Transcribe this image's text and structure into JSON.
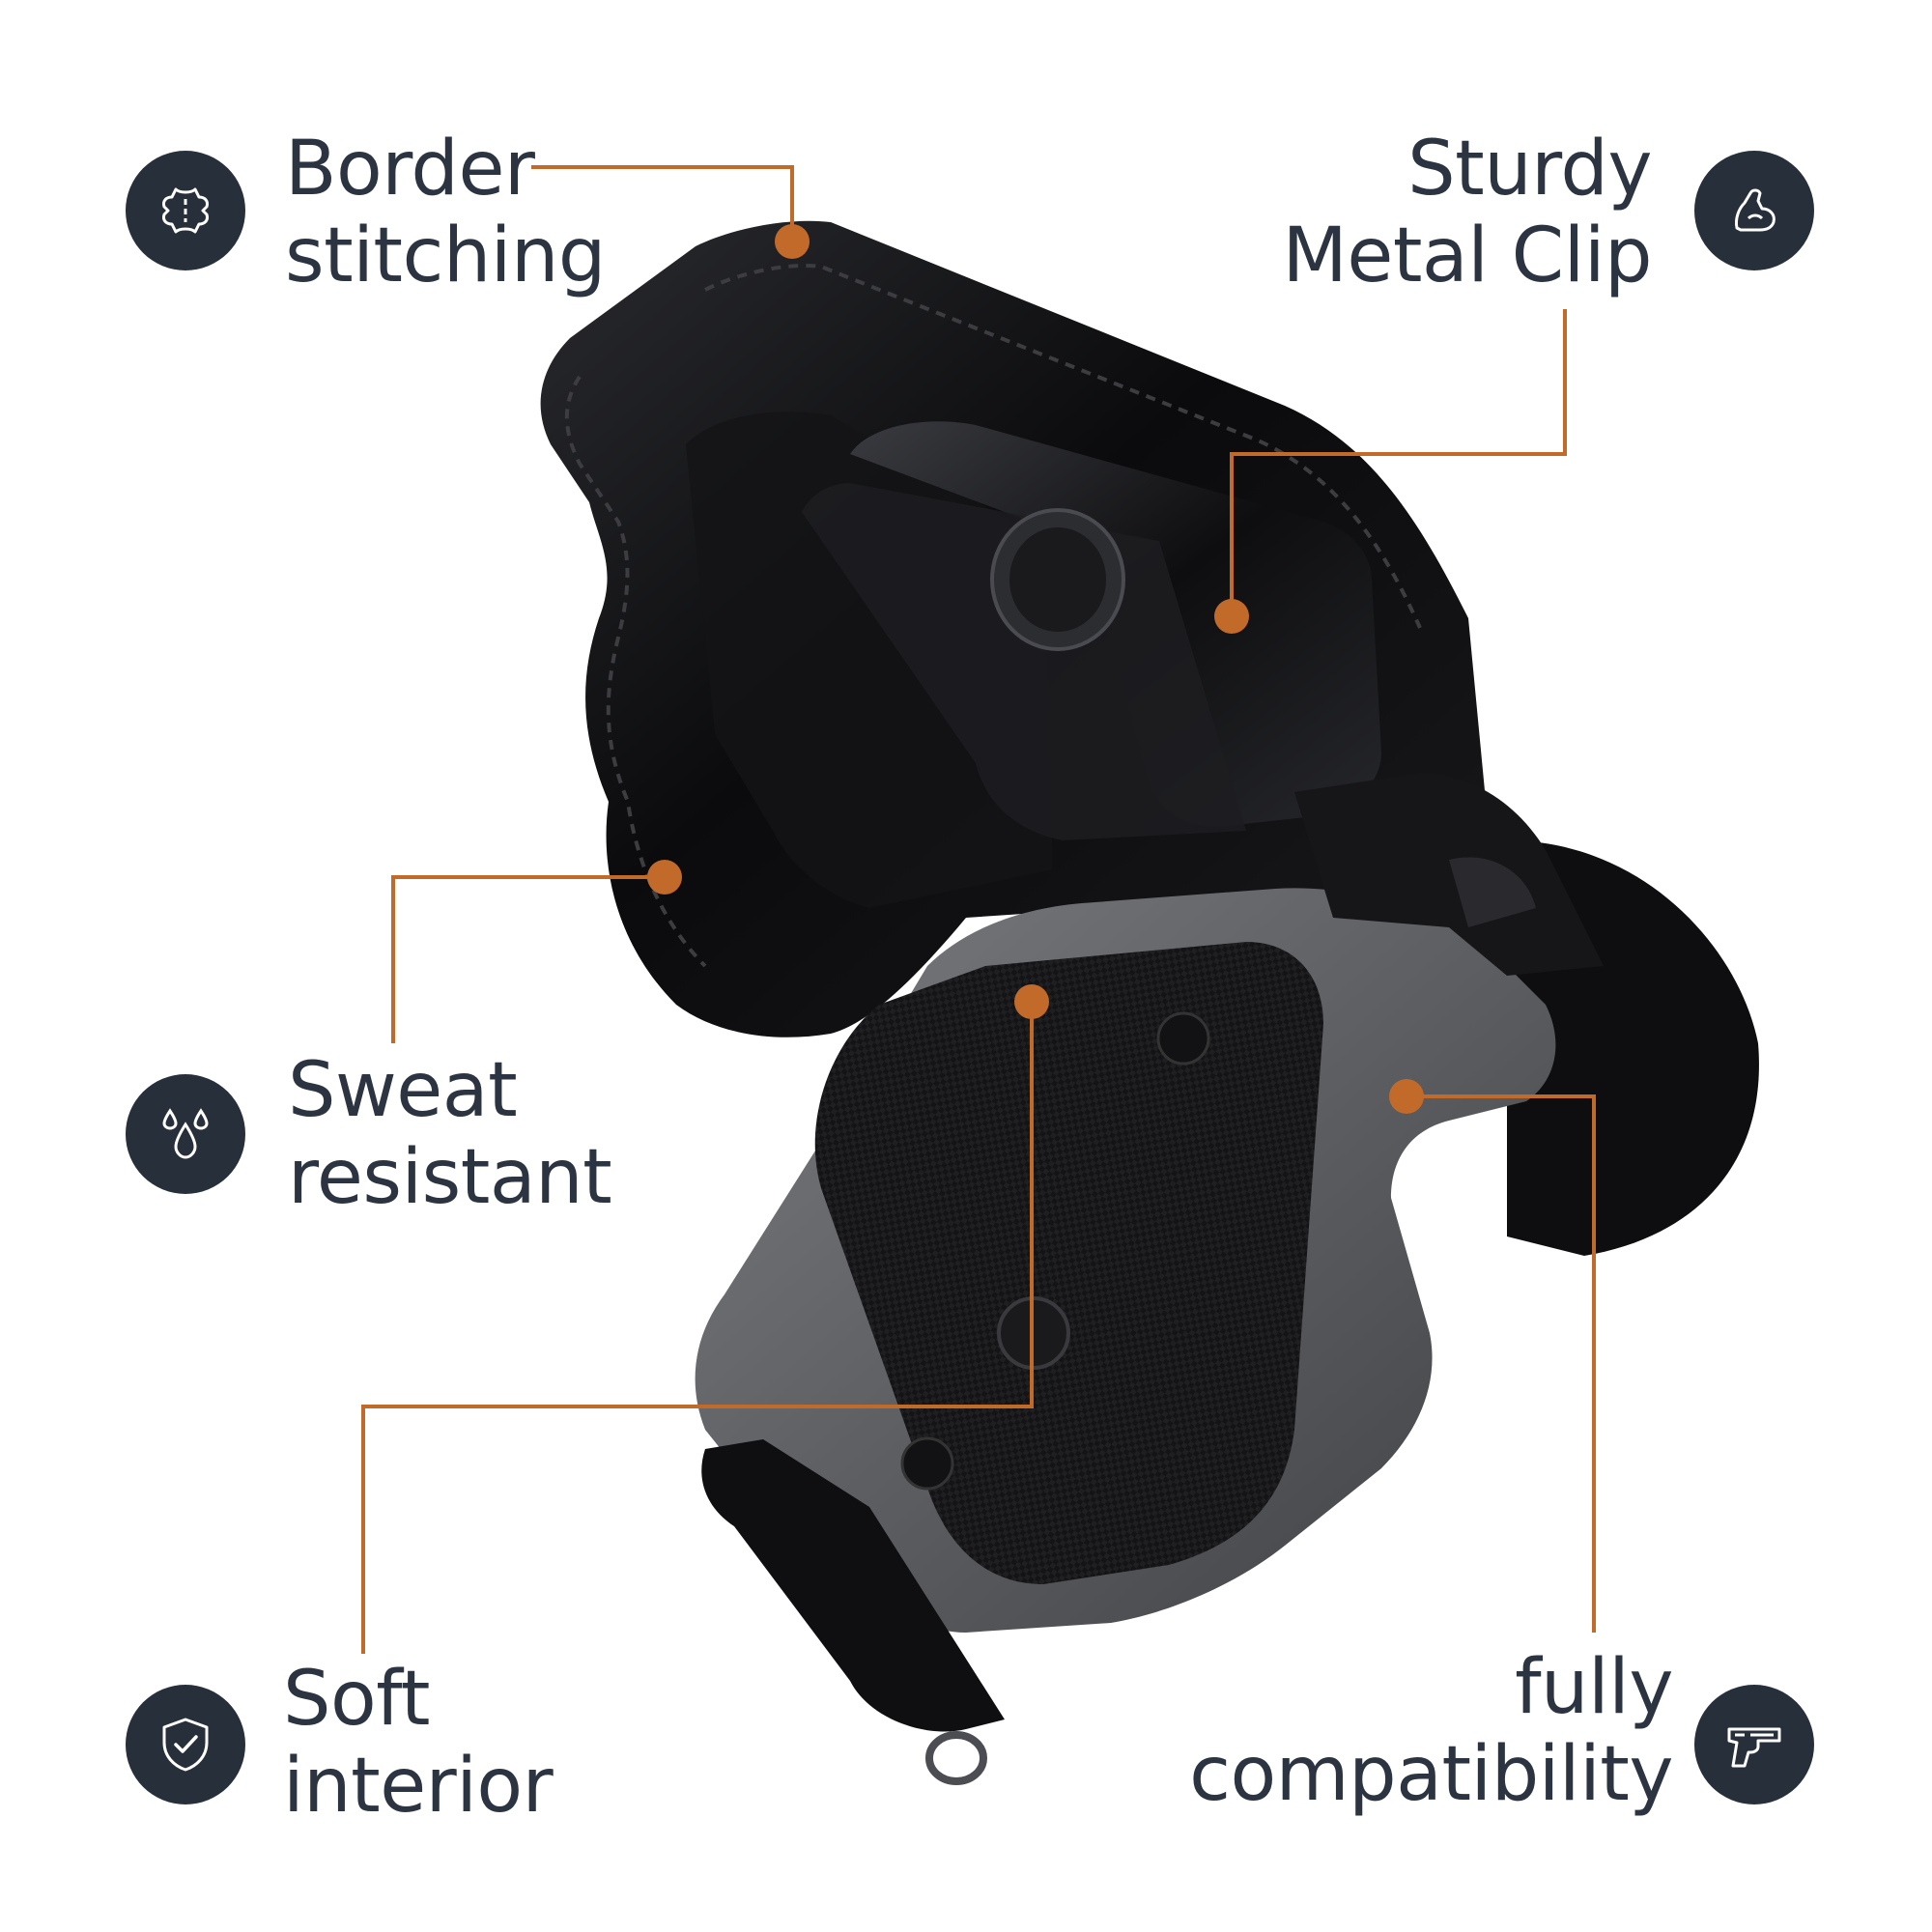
{
  "colors": {
    "accent": "#c26a2a",
    "badge": "#262f3a",
    "text": "#2b3440",
    "leather": "#0d0d0f",
    "frame": "#5a5c60"
  },
  "features": [
    {
      "id": "border-stitching",
      "line1": "Border",
      "line2": "stitching",
      "icon": "leather-hide-icon"
    },
    {
      "id": "metal-clip",
      "line1": "Sturdy",
      "line2": "Metal Clip",
      "icon": "flexed-arm-icon"
    },
    {
      "id": "sweat-resistant",
      "line1": "Sweat",
      "line2": "resistant",
      "icon": "water-drops-icon"
    },
    {
      "id": "soft-interior",
      "line1": "Soft",
      "line2": "interior",
      "icon": "shield-check-icon"
    },
    {
      "id": "compatibility",
      "line1": "fully",
      "line2": "compatibility",
      "icon": "handgun-icon"
    }
  ]
}
